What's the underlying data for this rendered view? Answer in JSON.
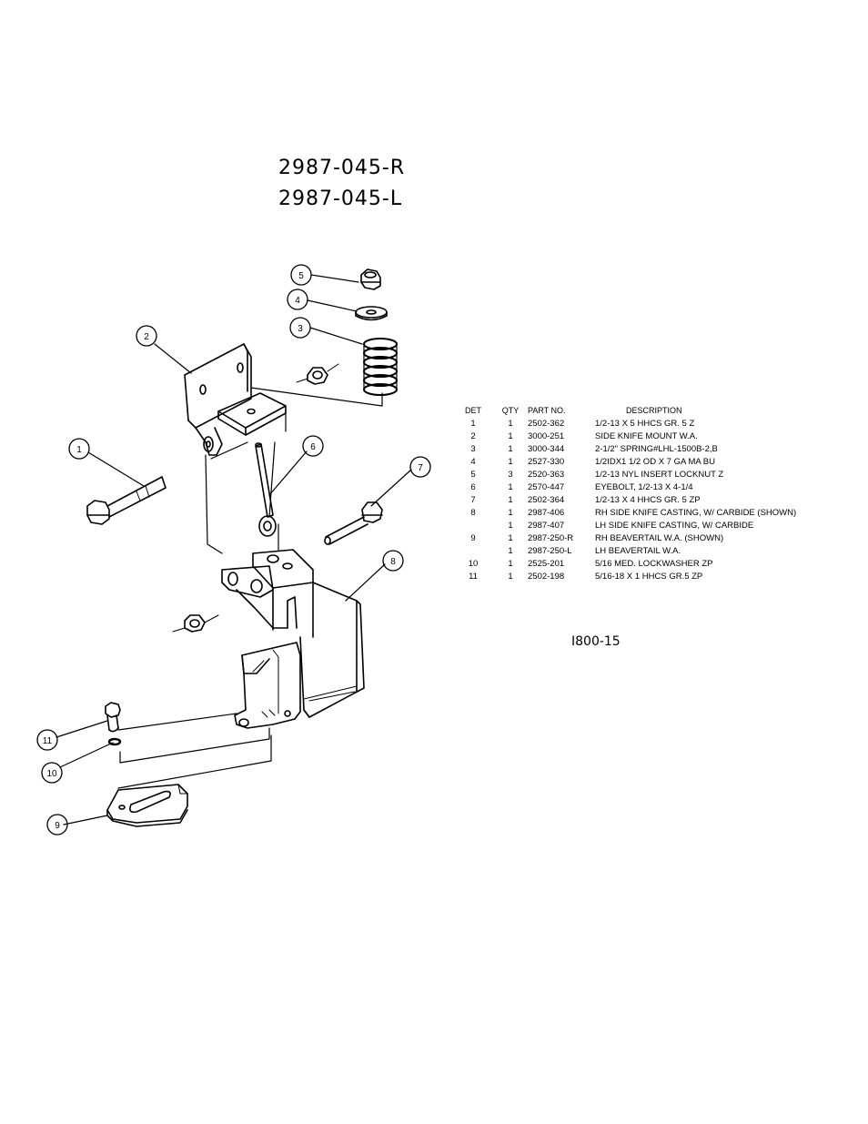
{
  "titles": [
    "2987-045-R",
    "2987-045-L"
  ],
  "drawing_number": "I800-15",
  "callouts": [
    "1",
    "2",
    "3",
    "4",
    "5",
    "6",
    "7",
    "8",
    "9",
    "10",
    "11"
  ],
  "parts_table": {
    "headers": {
      "det": "DET",
      "qty": "QTY",
      "part": "PART NO.",
      "desc": "DESCRIPTION"
    },
    "rows": [
      {
        "det": "1",
        "qty": "1",
        "part": "2502-362",
        "desc": "1/2-13 X 5 HHCS GR. 5 Z"
      },
      {
        "det": "2",
        "qty": "1",
        "part": "3000-251",
        "desc": "SIDE KNIFE MOUNT W.A."
      },
      {
        "det": "3",
        "qty": "1",
        "part": "3000-344",
        "desc": "2-1/2\" SPRING#LHL-1500B-2,B"
      },
      {
        "det": "4",
        "qty": "1",
        "part": "2527-330",
        "desc": "1/2IDX1 1/2 OD X 7 GA MA BU"
      },
      {
        "det": "5",
        "qty": "3",
        "part": "2520-363",
        "desc": "1/2-13 NYL INSERT LOCKNUT Z"
      },
      {
        "det": "6",
        "qty": "1",
        "part": "2570-447",
        "desc": "EYEBOLT, 1/2-13 X 4-1/4"
      },
      {
        "det": "7",
        "qty": "1",
        "part": "2502-364",
        "desc": "1/2-13 X 4 HHCS GR. 5 ZP"
      },
      {
        "det": "8",
        "qty": "1",
        "part": "2987-406",
        "desc": "RH SIDE KNIFE CASTING, W/ CARBIDE (SHOWN)"
      },
      {
        "det": "",
        "qty": "1",
        "part": "2987-407",
        "desc": "LH SIDE KNIFE CASTING, W/ CARBIDE"
      },
      {
        "det": "9",
        "qty": "1",
        "part": "2987-250-R",
        "desc": "RH BEAVERTAIL W.A. (SHOWN)"
      },
      {
        "det": "",
        "qty": "1",
        "part": "2987-250-L",
        "desc": "LH BEAVERTAIL W.A."
      },
      {
        "det": "10",
        "qty": "1",
        "part": "2525-201",
        "desc": "5/16 MED. LOCKWASHER  ZP"
      },
      {
        "det": "11",
        "qty": "1",
        "part": "2502-198",
        "desc": "5/16-18 X 1 HHCS GR.5 ZP"
      }
    ]
  }
}
